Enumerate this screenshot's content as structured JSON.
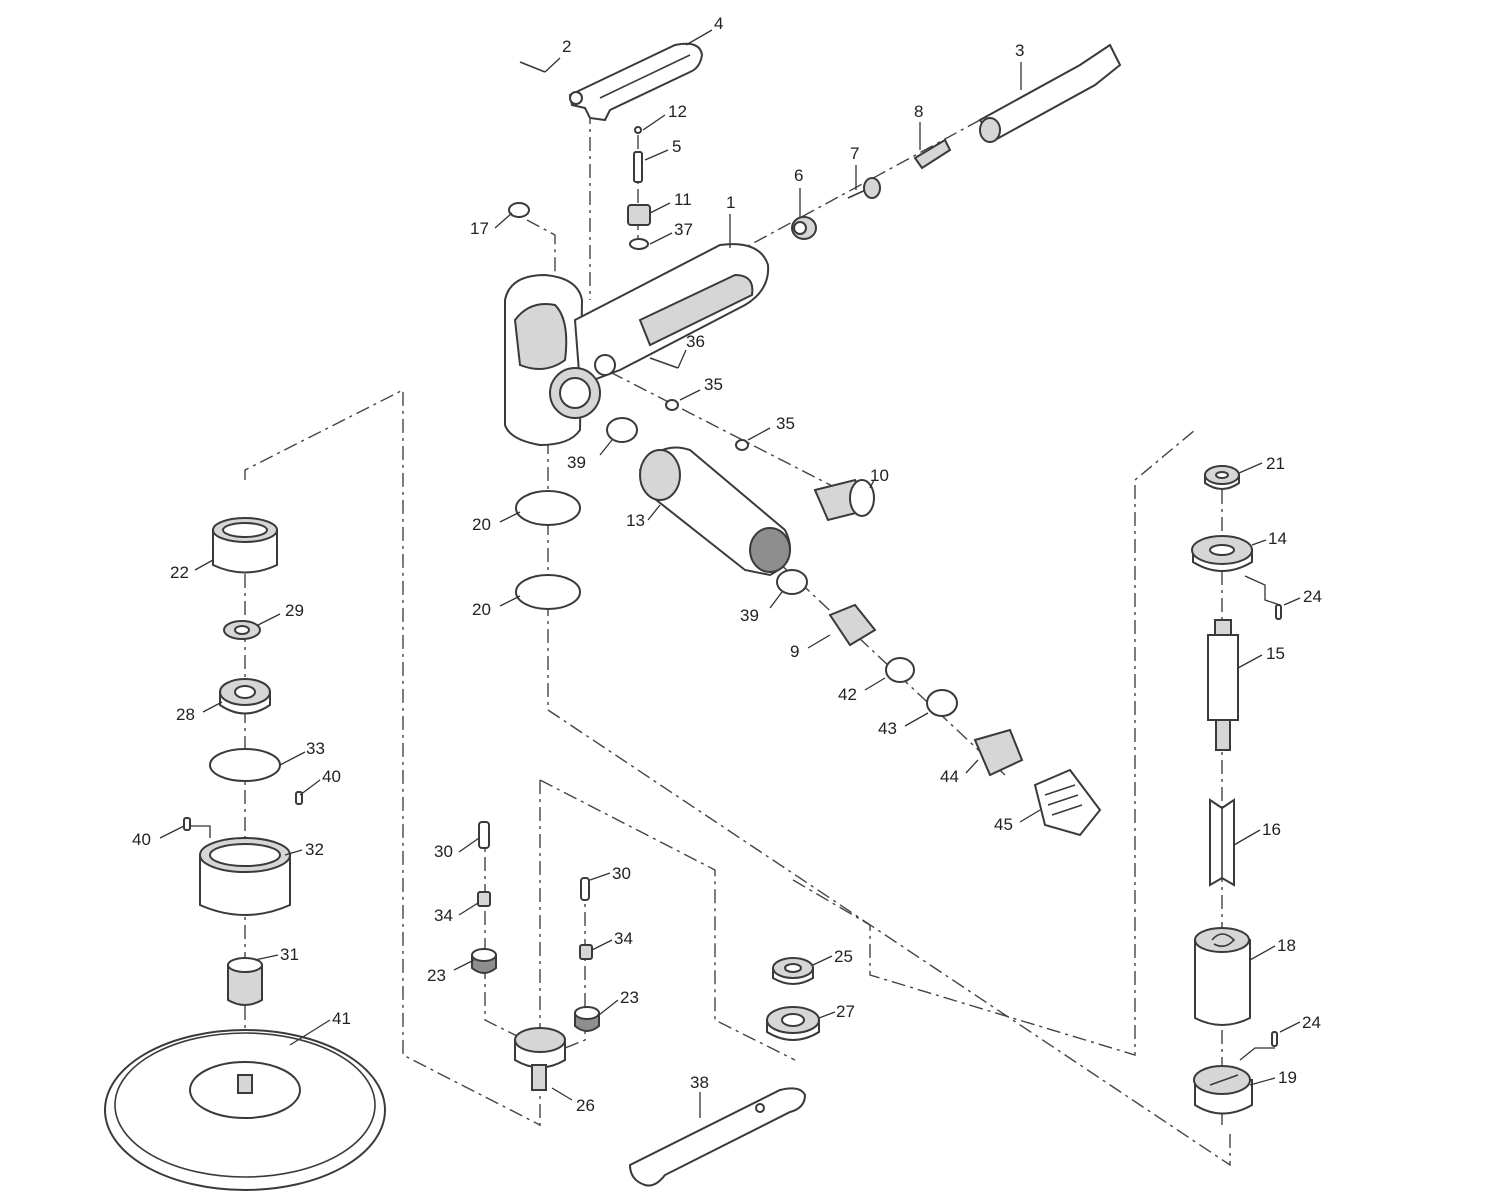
{
  "callouts": {
    "c1": "1",
    "c2": "2",
    "c3": "3",
    "c4": "4",
    "c5": "5",
    "c6": "6",
    "c7": "7",
    "c8": "8",
    "c9": "9",
    "c10": "10",
    "c11": "11",
    "c12": "12",
    "c13": "13",
    "c14": "14",
    "c15": "15",
    "c16": "16",
    "c17": "17",
    "c18": "18",
    "c19": "19",
    "c20a": "20",
    "c20b": "20",
    "c21": "21",
    "c22": "22",
    "c23a": "23",
    "c23b": "23",
    "c24a": "24",
    "c24b": "24",
    "c25": "25",
    "c26": "26",
    "c27": "27",
    "c28": "28",
    "c29": "29",
    "c30a": "30",
    "c30b": "30",
    "c31": "31",
    "c32": "32",
    "c33": "33",
    "c34a": "34",
    "c34b": "34",
    "c35a": "35",
    "c35b": "35",
    "c36": "36",
    "c37": "37",
    "c38": "38",
    "c39a": "39",
    "c39b": "39",
    "c40a": "40",
    "c40b": "40",
    "c41": "41",
    "c42": "42",
    "c43": "43",
    "c44": "44",
    "c45": "45"
  }
}
